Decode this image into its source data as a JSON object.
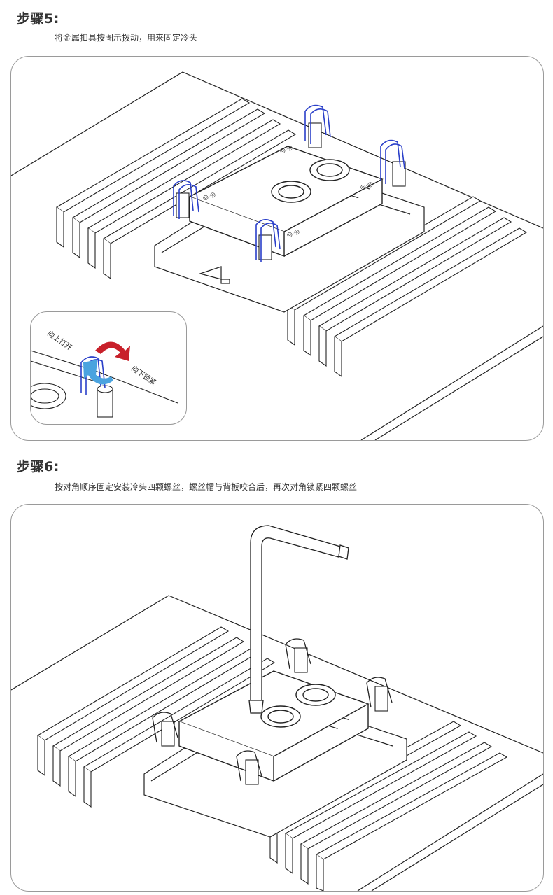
{
  "step5": {
    "title": "步骤5:",
    "description": "将金属扣具按图示拨动，用来固定冷头",
    "callout": {
      "open_label": "向上打开",
      "lock_label": "向下锁紧"
    }
  },
  "step6": {
    "title": "步骤6:",
    "description": "按对角顺序固定安装冷头四颗螺丝，螺丝帽与背板咬合后，再次对角锁紧四颗螺丝"
  },
  "colors": {
    "line": "#222222",
    "clip_blue": "#2a3fc9",
    "arrow_red": "#c8202a",
    "arrow_blue": "#4aa3df",
    "panel_border": "#9a9a9a"
  }
}
